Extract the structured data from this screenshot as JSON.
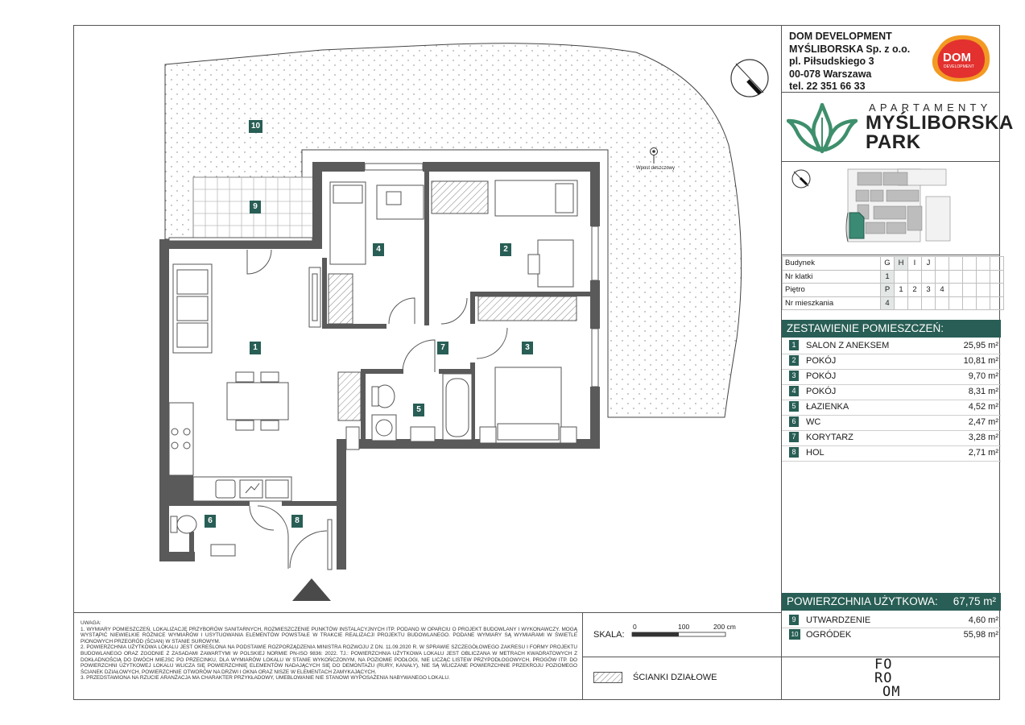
{
  "company": {
    "name": "DOM DEVELOPMENT",
    "entity": "MYŚLIBORSKA Sp. z o.o.",
    "street": "pl. Piłsudskiego 3",
    "city": "00-078 Warszawa",
    "phone": "tel. 22 351 66 33",
    "logo_text": "DOM",
    "logo_sub": "DEVELOPMENT"
  },
  "project": {
    "word": "APARTAMENTY",
    "name_line1": "MYŚLIBORSKA",
    "name_line2": "PARK"
  },
  "info_table": {
    "building_label": "Budynek",
    "buildings": [
      "G",
      "H",
      "I",
      "J"
    ],
    "selected_building": "H",
    "staircase_label": "Nr klatki",
    "staircase": "1",
    "floor_label": "Piętro",
    "floors": [
      "P",
      "1",
      "2",
      "3",
      "4"
    ],
    "selected_floor": "P",
    "apartment_label": "Nr mieszkania",
    "apartment": "4"
  },
  "rooms_header": "ZESTAWIENIE POMIESZCZEŃ:",
  "rooms": [
    {
      "no": "1",
      "name": "SALON Z ANEKSEM",
      "area": "25,95 m²"
    },
    {
      "no": "2",
      "name": "POKÓJ",
      "area": "10,81 m²"
    },
    {
      "no": "3",
      "name": "POKÓJ",
      "area": "9,70 m²"
    },
    {
      "no": "4",
      "name": "POKÓJ",
      "area": "8,31 m²"
    },
    {
      "no": "5",
      "name": "ŁAZIENKA",
      "area": "4,52 m²"
    },
    {
      "no": "6",
      "name": "WC",
      "area": "2,47 m²"
    },
    {
      "no": "7",
      "name": "KORYTARZ",
      "area": "3,28 m²"
    },
    {
      "no": "8",
      "name": "HOL",
      "area": "2,71 m²"
    }
  ],
  "usable_area": {
    "label": "POWIERZCHNIA UŻYTKOWA:",
    "value": "67,75 m²"
  },
  "extras": [
    {
      "no": "9",
      "name": "UTWARDZENIE",
      "area": "4,60 m²"
    },
    {
      "no": "10",
      "name": "OGRÓDEK",
      "area": "55,98 m²"
    }
  ],
  "notes": {
    "title": "UWAGA:",
    "items": [
      "1. WYMIARY POMIESZCZEŃ, LOKALIZACJĘ PRZYBORÓW SANITARNYCH, ROZMIESZCZENIE PUNKTÓW INSTALACYJNYCH ITP. PODANO W OPARCIU O PROJEKT BUDOWLANY I WYKONAWCZY. MOGĄ WYSTĄPIĆ NIEWIELKIE RÓŻNICE WYMIARÓW I USYTUOWANIA ELEMENTÓW POWSTAŁE W TRAKCIE REALIZACJI PROJEKTU BUDOWLANEGO. PODANE WYMIARY SĄ WYMIARAMI W ŚWIETLE PIONOWYCH PRZEGRÓD (ŚCIAN) W STANIE SUROWYM.",
      "2. POWIERZCHNIA UŻYTKOWA LOKALU JEST OKREŚLONA NA PODSTAWIE ROZPORZĄDZENIA MINISTRA ROZWOJU Z DN. 11.09.2020 R. W SPRAWIE SZCZEGÓŁOWEGO ZAKRESU I FORMY PROJEKTU BUDOWLANEGO ORAZ ZGODNIE Z ZASADAMI ZAWARTYMI W POLSKIEJ NORMIE PN-ISO 9836: 2022. TJ.: POWIERZCHNIA UŻYTKOWA LOKALU JEST OBLICZANA W METRACH KWADRATOWYCH Z DOKŁADNOŚCIĄ DO DWÓCH MIEJSC PO PRZECINKU, DLA WYMIARÓW LOKALU W STANIE WYKOŃCZONYM, NA POZIOMIE PODŁOGI, NIE LICZĄC LISTEW PRZYPODŁOGOWYCH, PROGÓW ITP. DO POWIERZCHNI UŻYTKOWEJ LOKALU WLICZA SIĘ POWIERZCHNIĘ ELEMENTÓW NADAJĄCYCH SIĘ DO DEMONTAŻU (RURY, KANAŁY), NIE SĄ WLICZANE POWIERZCHNIE PRZEKROJU POZIOMEGO ŚCIANEK DZIAŁOWYCH, POWIERZCHNIE OTWORÓW NA DRZWI I OKNA ORAZ NISZE W ELEMENTACH ZAMYKAJĄCYCH.",
      "3. PRZEDSTAWIONA NA RZUCIE ARANŻACJA MA CHARAKTER PRZYKŁADOWY, UMEBLOWANIE NIE STANOWI WYPOSAŻENIA NABYWANEGO LOKALU."
    ]
  },
  "scale": {
    "label": "SKALA:",
    "ticks": [
      "0",
      "100",
      "200 cm"
    ]
  },
  "legend": {
    "hatch_label": "ŚCIANKI DZIAŁOWE"
  },
  "plan": {
    "labels": [
      "1",
      "2",
      "3",
      "4",
      "5",
      "6",
      "7",
      "8",
      "9",
      "10"
    ],
    "drain_label": "Wpust deszczowy"
  },
  "foroom": {
    "l1": "FO",
    "l2": "RO",
    "l3": "OM"
  },
  "colors": {
    "accent": "#285e55",
    "wall": "#5a5a5a",
    "logo_red": "#e2312f",
    "logo_orange": "#f39a23"
  }
}
